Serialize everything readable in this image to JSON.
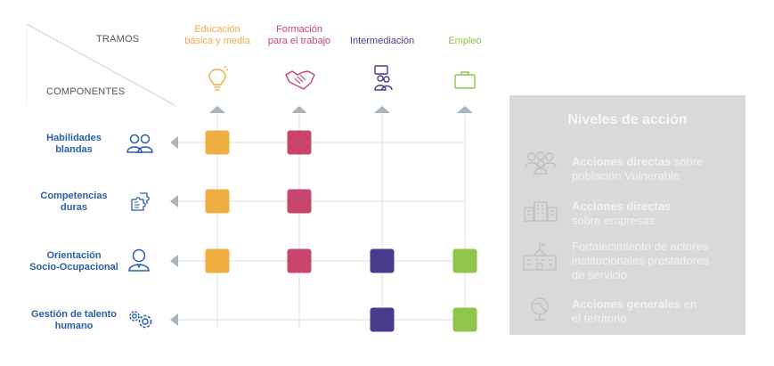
{
  "header": {
    "tramos": "TRAMOS",
    "componentes": "COMPONENTES"
  },
  "columns": [
    {
      "line1": "Educación",
      "line2": "básica y media",
      "color": "#f0ad42",
      "icon": "lightbulb-icon"
    },
    {
      "line1": "Formación",
      "line2": "para el trabajo",
      "color": "#c8466e",
      "icon": "handshake-icon"
    },
    {
      "line1": "Intermediación",
      "line2": "",
      "color": "#4a3a8c",
      "icon": "meeting-icon"
    },
    {
      "line1": "Empleo",
      "line2": "",
      "color": "#8fc54a",
      "icon": "briefcase-icon"
    }
  ],
  "rows": [
    {
      "line1": "Habilidades",
      "line2": "blandas",
      "icon": "people-icon",
      "cells": [
        true,
        true,
        false,
        false
      ]
    },
    {
      "line1": "Competencias",
      "line2": "duras",
      "icon": "puzzle-icon",
      "cells": [
        true,
        true,
        false,
        false
      ]
    },
    {
      "line1": "Orientación",
      "line2": "Socio-Ocupacional",
      "icon": "person-icon",
      "cells": [
        true,
        true,
        true,
        true
      ]
    },
    {
      "line1": "Gestión de talento",
      "line2": "humano",
      "icon": "gears-icon",
      "cells": [
        false,
        false,
        true,
        true
      ]
    }
  ],
  "legend": {
    "title": "Niveles de acción",
    "items": [
      {
        "bold": "Acciones directas",
        "rest1": " sobre",
        "rest2": "población Vulnerable",
        "rest3": "",
        "icon": "population-icon"
      },
      {
        "bold": "Acciones directas",
        "rest1": "",
        "rest2": "sobre empresas",
        "rest3": "",
        "icon": "buildings-icon"
      },
      {
        "bold": "",
        "rest1": "Fortalecimiento de actores",
        "rest2": "institucionales prestadores",
        "rest3": "de servicio",
        "icon": "institution-icon"
      },
      {
        "bold": "Acciones generales",
        "rest1": " en",
        "rest2": "el territorio",
        "rest3": "",
        "icon": "globe-icon"
      }
    ]
  },
  "colors": {
    "row_label": "#2a5ea8",
    "grid": "#dddddd",
    "arrow": "#aab4bd",
    "panel": "#d9d9d9",
    "legend_icon": "#bfbfbf"
  }
}
